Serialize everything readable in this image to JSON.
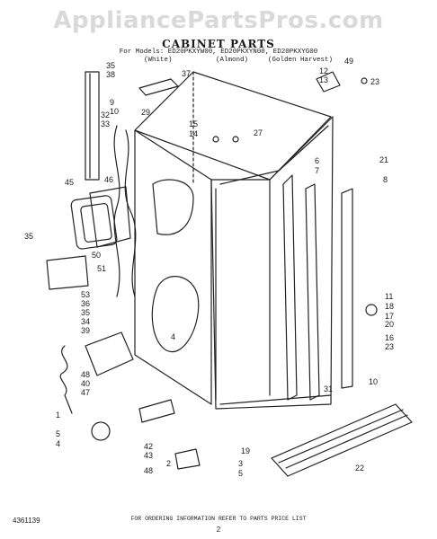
{
  "watermark": "AppliancePartsPros.com",
  "title": "CABINET PARTS",
  "models": "For Models: ED20PKXYW00, ED20PKXYN00, ED20PKXYG00",
  "colors": [
    "(White)",
    "(Almond)",
    "(Golden Harvest)"
  ],
  "callouts": [
    "35",
    "38",
    "37",
    "9",
    "10",
    "32",
    "33",
    "29",
    "15",
    "14",
    "27",
    "12",
    "13",
    "49",
    "23",
    "21",
    "6",
    "7",
    "45",
    "46",
    "8",
    "35",
    "51",
    "50",
    "11",
    "18",
    "17",
    "20",
    "53",
    "36",
    "35",
    "34",
    "39",
    "4",
    "16",
    "23",
    "48",
    "40",
    "47",
    "31",
    "10",
    "1",
    "5",
    "4",
    "42",
    "43",
    "48",
    "2",
    "3",
    "5",
    "19",
    "22"
  ],
  "footer": {
    "doc_number": "4361139",
    "ordering_note": "FOR ORDERING INFORMATION REFER TO PARTS PRICE LIST",
    "page_number": "2"
  }
}
